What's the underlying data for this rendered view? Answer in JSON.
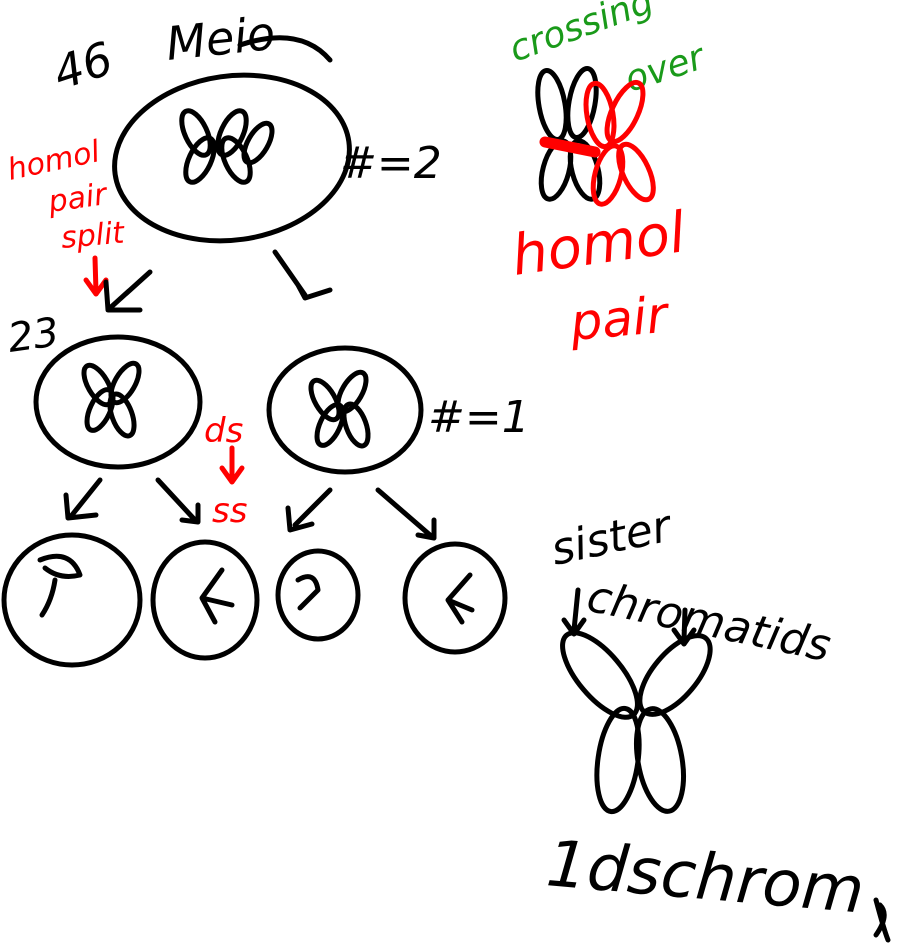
{
  "labels": {
    "count_top": "46",
    "title": "Meio",
    "n_top": "#=2",
    "homol_pair_split": [
      "homol",
      "pair",
      "split"
    ],
    "count_mid": "23",
    "n_mid": "#=1",
    "ds": "ds",
    "ss": "ss",
    "crossing_over": [
      "crossing",
      "over"
    ],
    "homol_pair": [
      "homol",
      "pair"
    ],
    "sister_chromatids": [
      "sister",
      "chromatids"
    ],
    "one_ds_chrom": "1dschrom"
  },
  "colors": {
    "ink": "#000000",
    "red": "#ff0000",
    "green": "#1a9a1a",
    "background": "#ffffff"
  }
}
